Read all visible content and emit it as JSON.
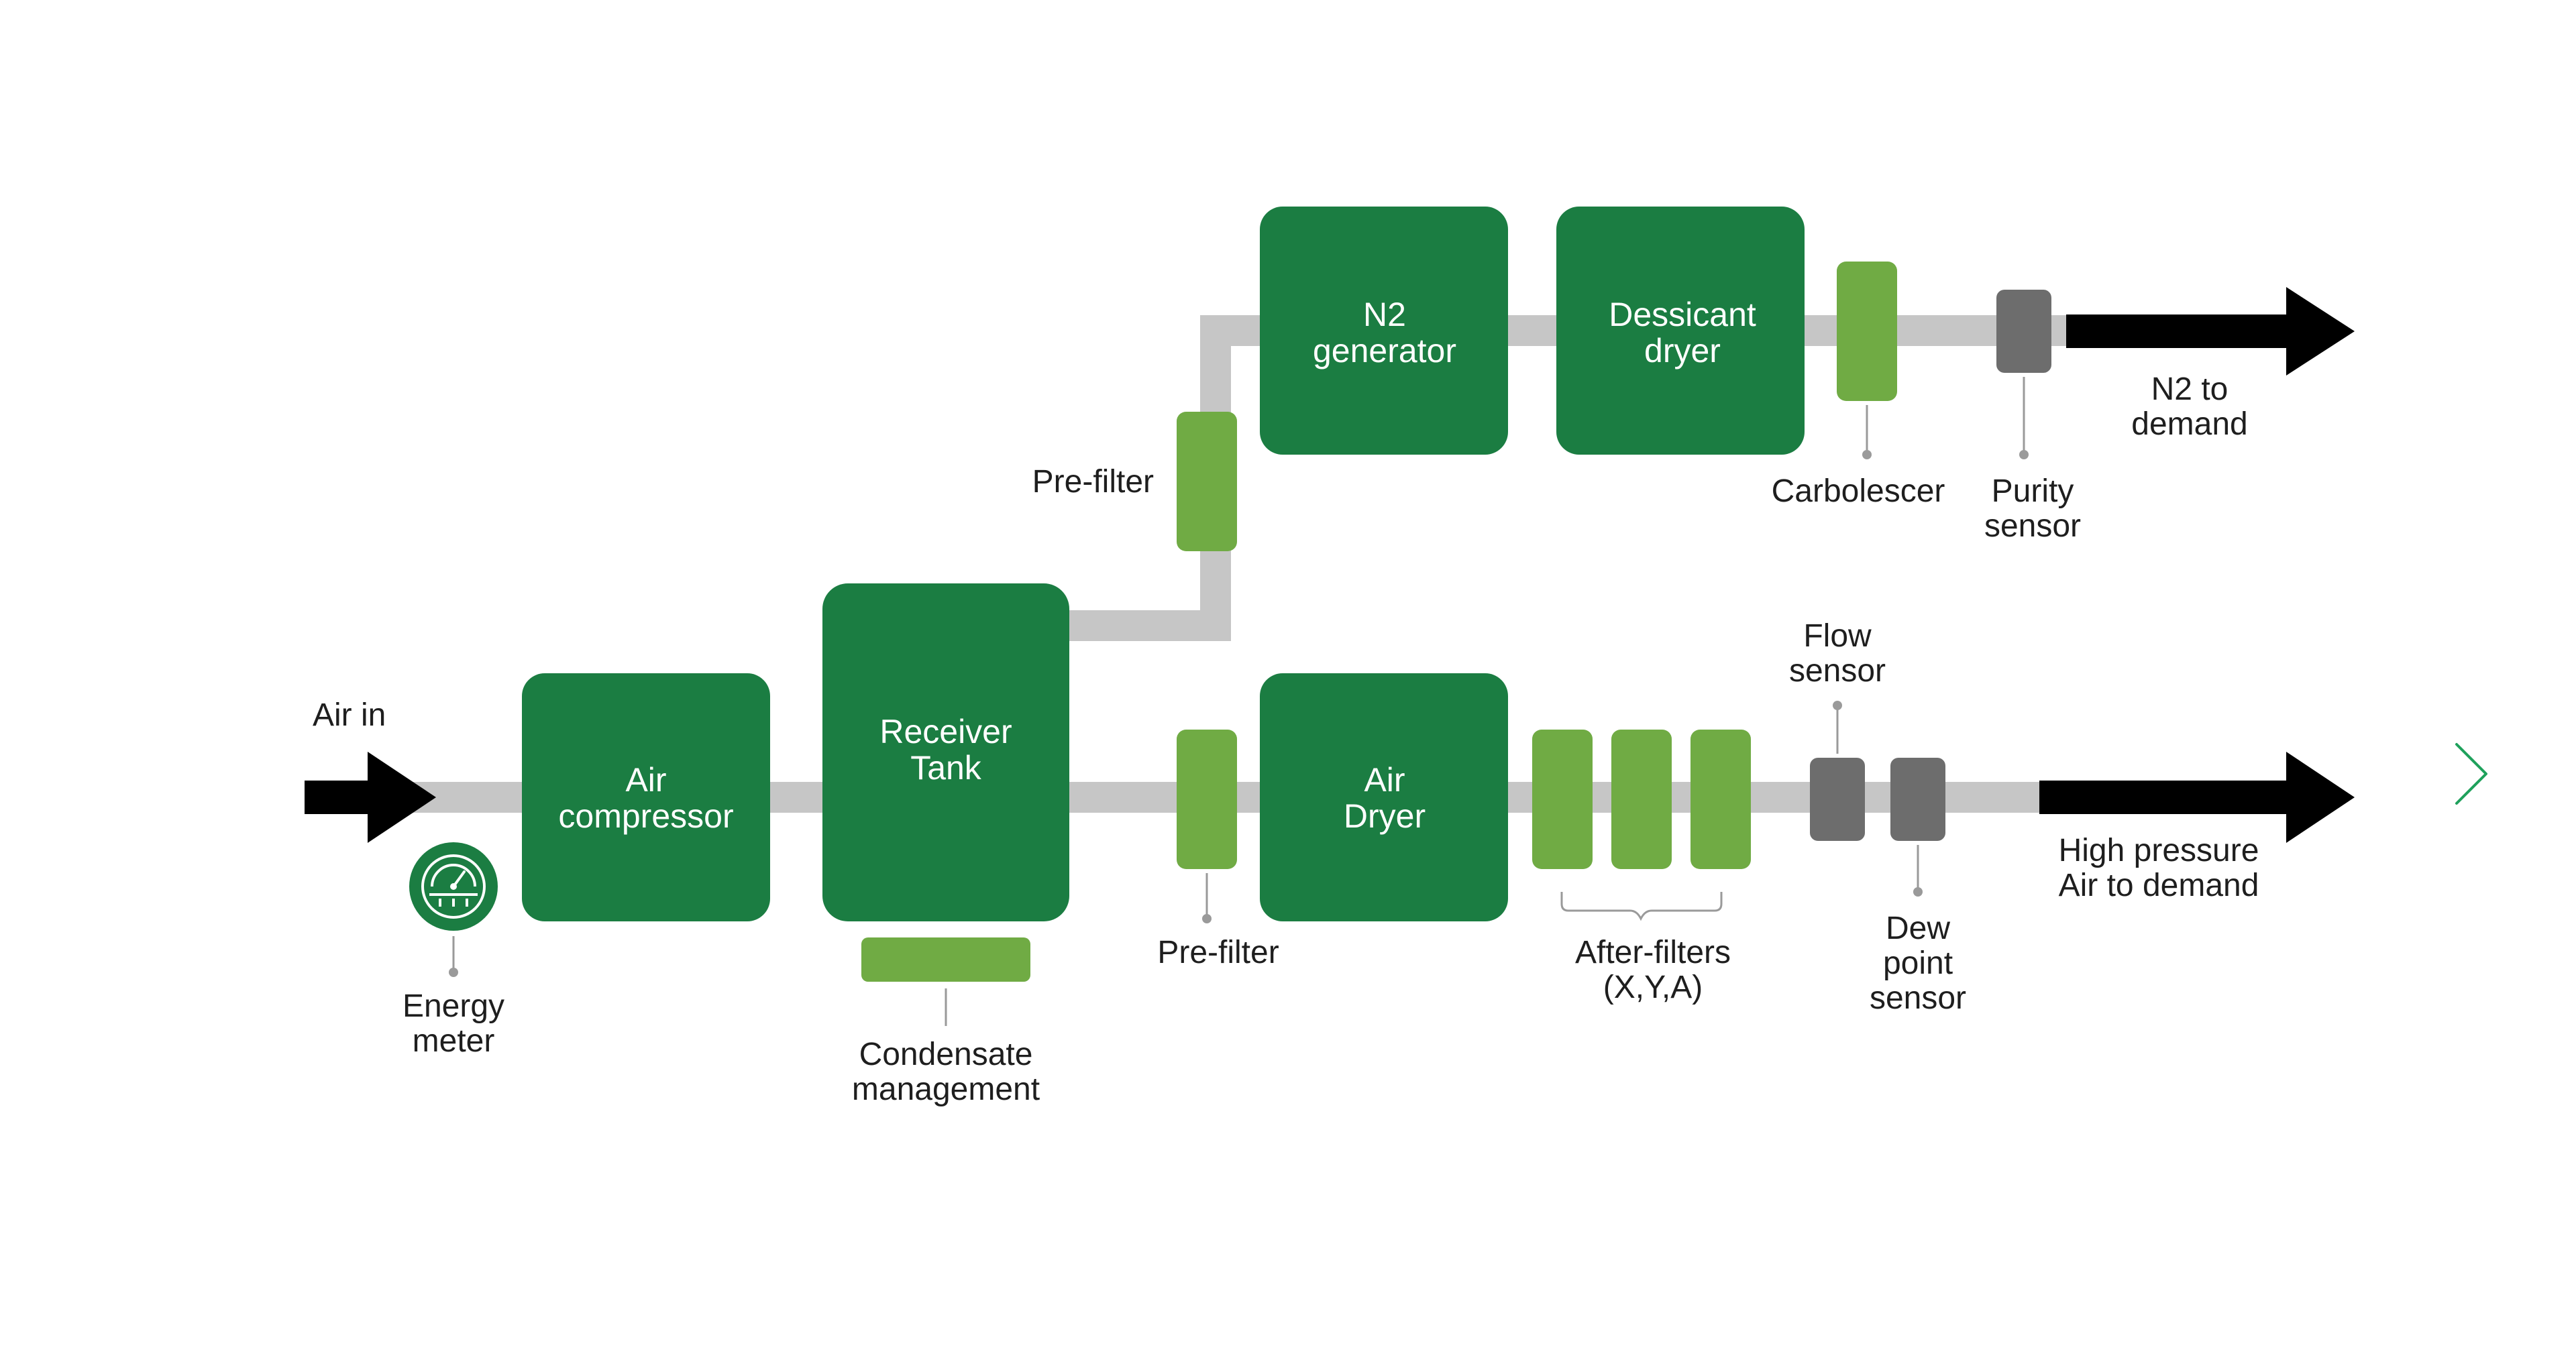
{
  "colors": {
    "dark_green": "#1b7d42",
    "light_green": "#70ab44",
    "pipe": "#c6c6c6",
    "sensor": "#6d6d6d",
    "arrow": "#000000",
    "text": "#1e1e1e",
    "nav_chevron": "#1fa15c",
    "leader": "#9a9a9a"
  },
  "icons": {
    "energy_meter": "gauge-icon",
    "next": "chevron-right-icon"
  },
  "inlet": {
    "label": "Air in"
  },
  "energy_meter": {
    "label_line1": "Energy",
    "label_line2": "meter"
  },
  "air_compressor": {
    "line1": "Air",
    "line2": "compressor"
  },
  "receiver_tank": {
    "line1": "Receiver",
    "line2": "Tank"
  },
  "condensate": {
    "line1": "Condensate",
    "line2": "management"
  },
  "n2_branch": {
    "prefilter_label": "Pre-filter",
    "n2_generator": {
      "line1": "N2",
      "line2": "generator"
    },
    "dessicant_dryer": {
      "line1": "Dessicant",
      "line2": "dryer"
    },
    "carbolescer_label": "Carbolescer",
    "purity_sensor": {
      "line1": "Purity",
      "line2": "sensor"
    },
    "output": {
      "line1": "N2 to",
      "line2": "demand"
    }
  },
  "air_branch": {
    "prefilter_label": "Pre-filter",
    "air_dryer": {
      "line1": "Air",
      "line2": "Dryer"
    },
    "after_filters": {
      "line1": "After-filters",
      "line2": "(X,Y,A)"
    },
    "flow_sensor": {
      "line1": "Flow",
      "line2": "sensor"
    },
    "dew_point_sensor": {
      "line1": "Dew",
      "line2": "point",
      "line3": "sensor"
    },
    "output": {
      "line1": "High pressure",
      "line2": "Air to demand"
    }
  }
}
